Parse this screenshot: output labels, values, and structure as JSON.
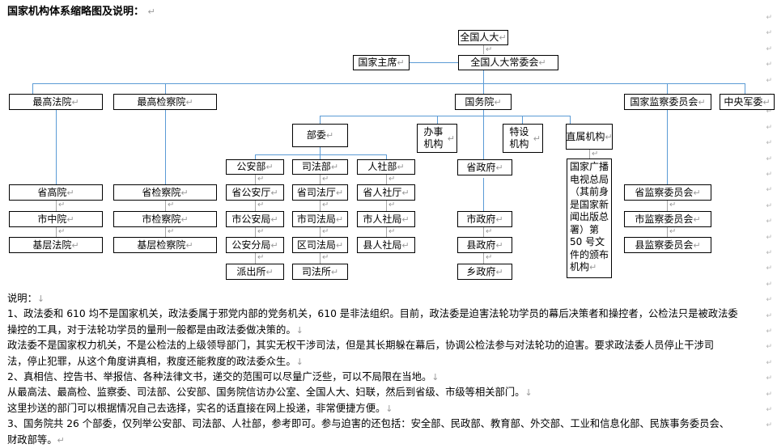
{
  "document": {
    "title": "国家机构体系缩略图及说明：",
    "pilcrow": "↵",
    "linefeed": "↓"
  },
  "chart": {
    "nodes": [
      {
        "id": "npc",
        "label": "全国人大"
      },
      {
        "id": "president",
        "label": "国家主席"
      },
      {
        "id": "npcsc",
        "label": "全国人大常委会"
      },
      {
        "id": "supreme-court",
        "label": "最高法院"
      },
      {
        "id": "supreme-proc",
        "label": "最高检察院"
      },
      {
        "id": "state-council",
        "label": "国务院"
      },
      {
        "id": "nsc",
        "label": "国家监察委员会"
      },
      {
        "id": "cmc",
        "label": "中央军委"
      },
      {
        "id": "ministries",
        "label": "部委"
      },
      {
        "id": "admin-offices",
        "label": "办事机构"
      },
      {
        "id": "special-org",
        "label": "特设机构"
      },
      {
        "id": "direct-org",
        "label": "直属机构"
      },
      {
        "id": "mps",
        "label": "公安部"
      },
      {
        "id": "moj",
        "label": "司法部"
      },
      {
        "id": "mohrss",
        "label": "人社部"
      },
      {
        "id": "prov-gov",
        "label": "省政府"
      },
      {
        "id": "nrta",
        "label": "国家广播电视总局（其前身是国家新闻出版总署）第 50 号文件的颁布机构"
      },
      {
        "id": "prov-high-court",
        "label": "省高院"
      },
      {
        "id": "prov-proc",
        "label": "省检察院"
      },
      {
        "id": "prov-psd",
        "label": "省公安厅"
      },
      {
        "id": "prov-jd",
        "label": "省司法厅"
      },
      {
        "id": "prov-hrss",
        "label": "省人社厅"
      },
      {
        "id": "prov-sc",
        "label": "省监察委员会"
      },
      {
        "id": "city-court",
        "label": "市中院"
      },
      {
        "id": "city-proc",
        "label": "市检察院"
      },
      {
        "id": "city-psb",
        "label": "市公安局"
      },
      {
        "id": "city-jb",
        "label": "市司法局"
      },
      {
        "id": "city-hrss",
        "label": "市人社局"
      },
      {
        "id": "city-gov",
        "label": "市政府"
      },
      {
        "id": "city-sc",
        "label": "市监察委员会"
      },
      {
        "id": "base-court",
        "label": "基层法院"
      },
      {
        "id": "base-proc",
        "label": "基层检察院"
      },
      {
        "id": "psb-branch",
        "label": "公安分局"
      },
      {
        "id": "dist-jb",
        "label": "区司法局"
      },
      {
        "id": "county-hrss",
        "label": "县人社局"
      },
      {
        "id": "county-gov",
        "label": "县政府"
      },
      {
        "id": "county-sc",
        "label": "县监察委员会"
      },
      {
        "id": "police-station",
        "label": "派出所"
      },
      {
        "id": "justice-office",
        "label": "司法所"
      },
      {
        "id": "town-gov",
        "label": "乡政府"
      }
    ],
    "line_color": "#5b9bd5",
    "stub_color": "#a6a6a6",
    "box_border": "#000000"
  },
  "notes": {
    "heading": "说明：",
    "items": [
      "1、政法委和 610 均不是国家机关，政法委属于邪党内部的党务机关，610 是非法组织。目前，政法委是迫害法轮功学员的幕后决策者和操控者，公检法只是被政法委",
      "操控的工具，对于法轮功学员的量刑一般都是由政法委做决策的。",
      "政法委不是国家权力机关，不是公检法的上级领导部门，其实无权干涉司法，但是其长期躲在幕后，协调公检法参与对法轮功的迫害。要求政法委人员停止干涉司",
      "法，停止犯罪，从这个角度讲真相，救度还能救度的政法委众生。",
      "2、真相信、控告书、举报信、各种法律文书，递交的范围可以尽量广泛些，可以不局限在当地。",
      "从最高法、最高检、监察委、司法部、公安部、国务院信访办公室、全国人大、妇联，然后到省级、市级等相关部门。",
      "这里抄送的部门可以根据情况自己去选择，实名的话直接在网上投递，非常便捷方便。",
      "3、国务院共 26 个部委，仅列举公安部、司法部、人社部，参考即可。参与迫害的还包括：安全部、民政部、教育部、外交部、工业和信息化部、民族事务委员会、",
      "财政部等。"
    ],
    "item_marks": [
      "↓",
      "↓",
      "",
      "↓",
      "↓",
      "↓",
      "↓",
      "",
      "↵"
    ]
  }
}
